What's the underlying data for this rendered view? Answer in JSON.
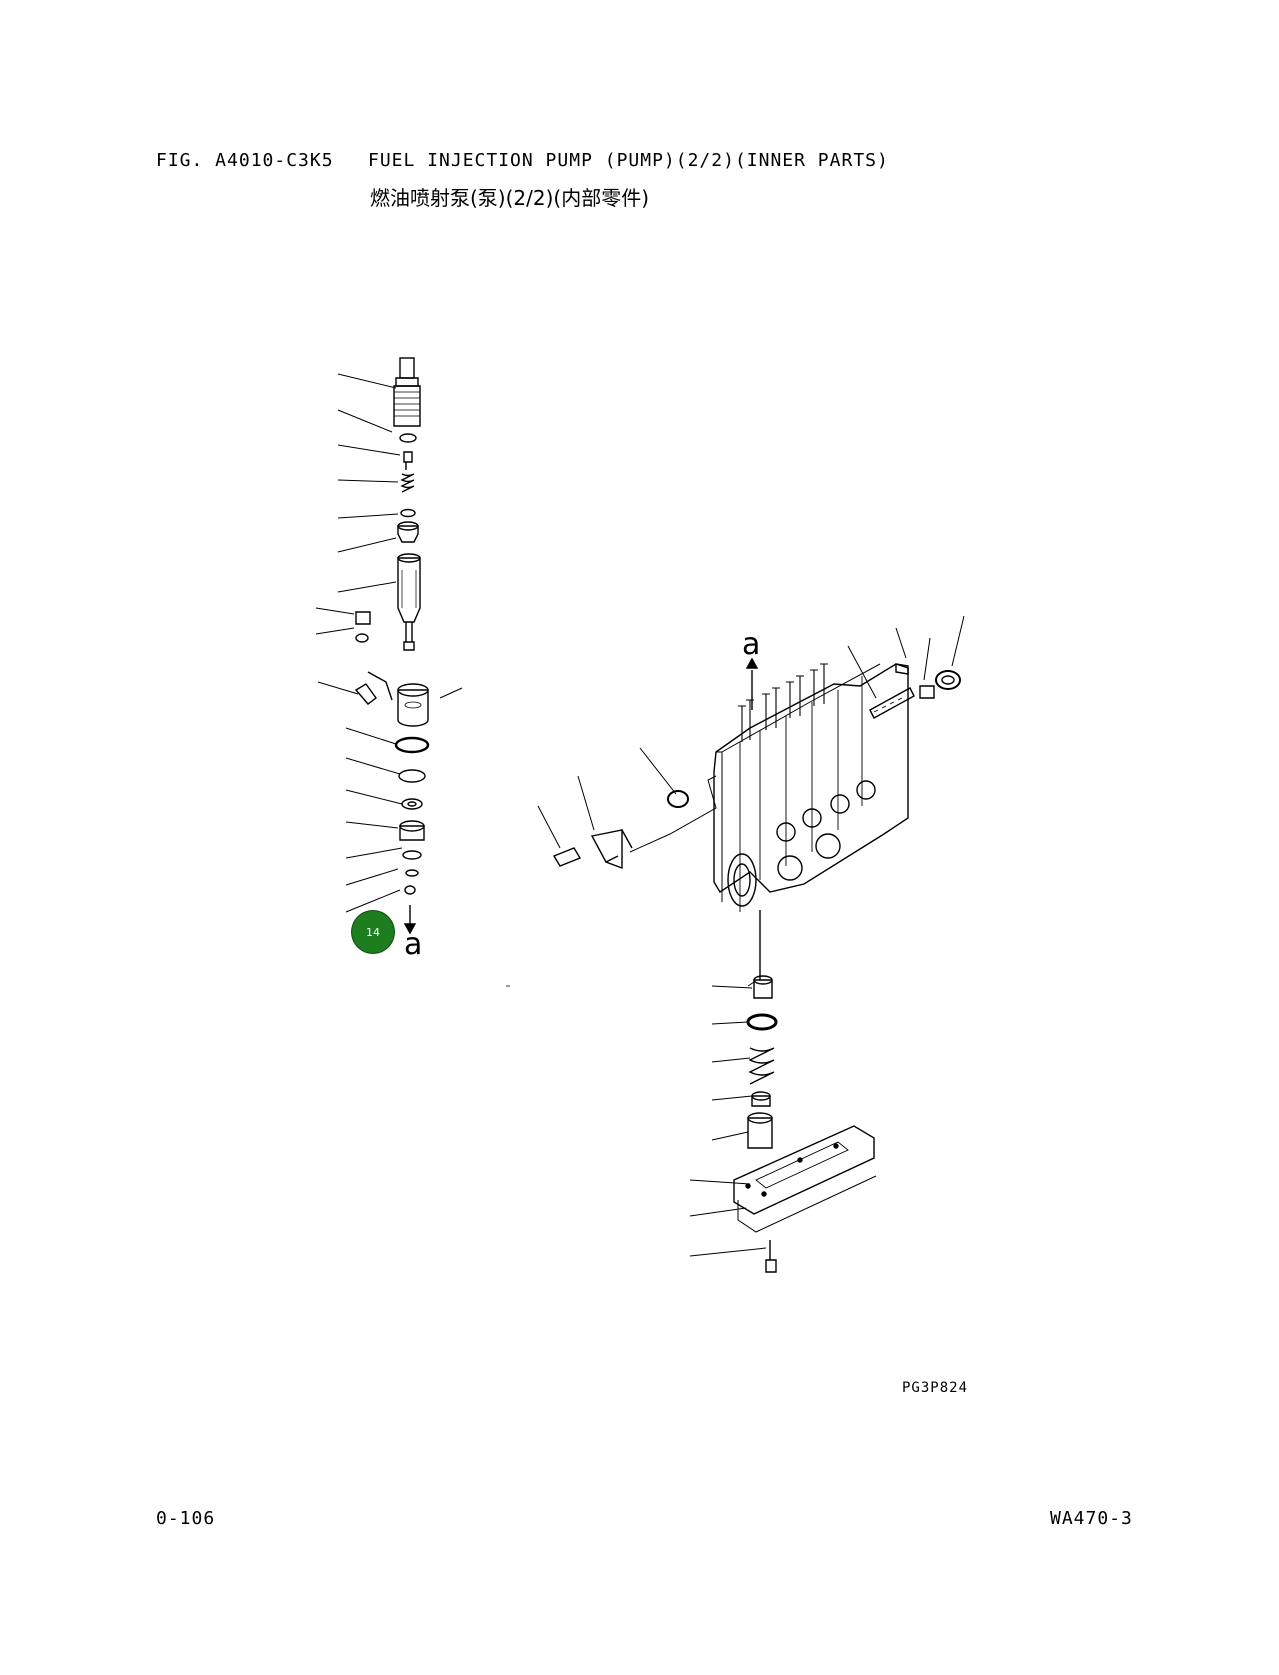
{
  "header": {
    "figure_id": "FIG. A4010-C3K5",
    "title_en": "FUEL INJECTION PUMP (PUMP)(2/2)(INNER PARTS)",
    "title_cn": "燃油喷射泵(泵)(2/2)(内部零件)"
  },
  "diagram": {
    "ref_mark_top": "a",
    "ref_mark_bottom": "a",
    "callout_number": "14",
    "image_code": "PG3P824"
  },
  "footer": {
    "page_number": "0-106",
    "model": "WA470-3"
  }
}
